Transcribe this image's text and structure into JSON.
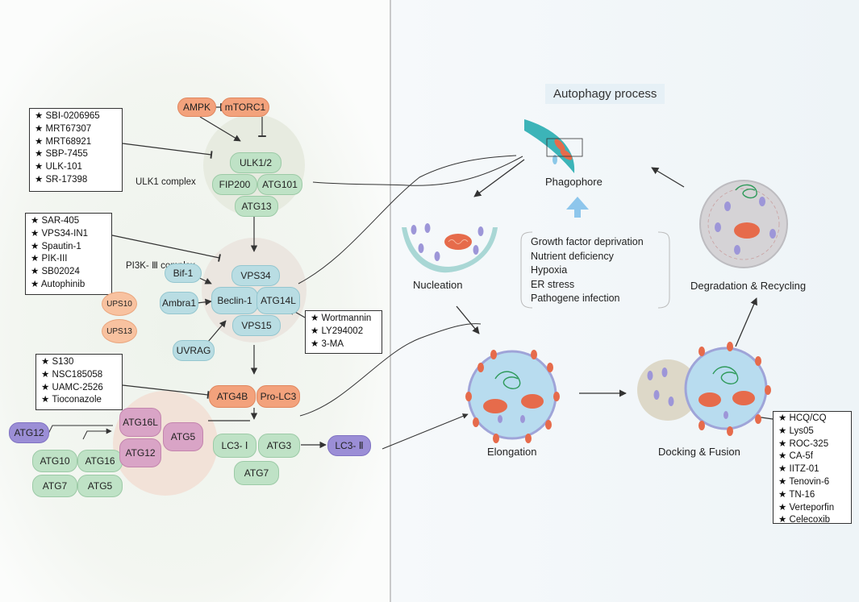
{
  "title": "Autophagy process",
  "inhibitors": {
    "ulk": [
      "SBI-0206965",
      "MRT67307",
      "MRT68921",
      "SBP-7455",
      "ULK-101",
      "SR-17398"
    ],
    "vps": [
      "SAR-405",
      "VPS34-IN1",
      "Spautin-1",
      "PIK-III",
      "SB02024",
      "Autophinib"
    ],
    "pi3k": [
      "Wortmannin",
      "LY294002",
      "3-MA"
    ],
    "atg4": [
      "S130",
      "NSC185058",
      "UAMC-2526",
      "Tioconazole"
    ],
    "lys": [
      "HCQ/CQ",
      "Lys05",
      "ROC-325",
      "CA-5f",
      "IITZ-01",
      "Tenovin-6",
      "TN-16",
      "Verteporfin",
      "Celecoxib"
    ]
  },
  "star": "★",
  "proteins": {
    "ampk": "AMPK",
    "mtorc1": "mTORC1",
    "ulk12": "ULK1/2",
    "fip200": "FIP200",
    "atg101": "ATG101",
    "atg13": "ATG13",
    "vps34": "VPS34",
    "beclin1": "Beclin-1",
    "atg14l": "ATG14L",
    "vps15": "VPS15",
    "bif1": "Bif-1",
    "ambra1": "Ambra1",
    "uvrag": "UVRAG",
    "ups10": "UPS10",
    "ups13": "UPS13",
    "atg4b": "ATG4B",
    "prolc3": "Pro-LC3",
    "atg12a": "ATG12",
    "atg10": "ATG10",
    "atg16": "ATG16",
    "atg7a": "ATG7",
    "atg5a": "ATG5",
    "atg16l": "ATG16L",
    "atg12b": "ATG12",
    "atg5b": "ATG5",
    "lc3i": "LC3- Ⅰ",
    "atg3": "ATG3",
    "atg7b": "ATG7",
    "lc3ii": "LC3- Ⅱ"
  },
  "complexes": {
    "ulk1": "ULK1 complex",
    "pi3k": "PI3K- Ⅲ complex"
  },
  "stages": {
    "phagophore": "Phagophore",
    "nucleation": "Nucleation",
    "elongation": "Elongation",
    "docking": "Docking & Fusion",
    "degradation": "Degradation & Recycling"
  },
  "conditions": [
    "Growth factor deprivation",
    "Nutrient deficiency",
    "Hypoxia",
    "ER stress",
    "Pathogene infection"
  ]
}
